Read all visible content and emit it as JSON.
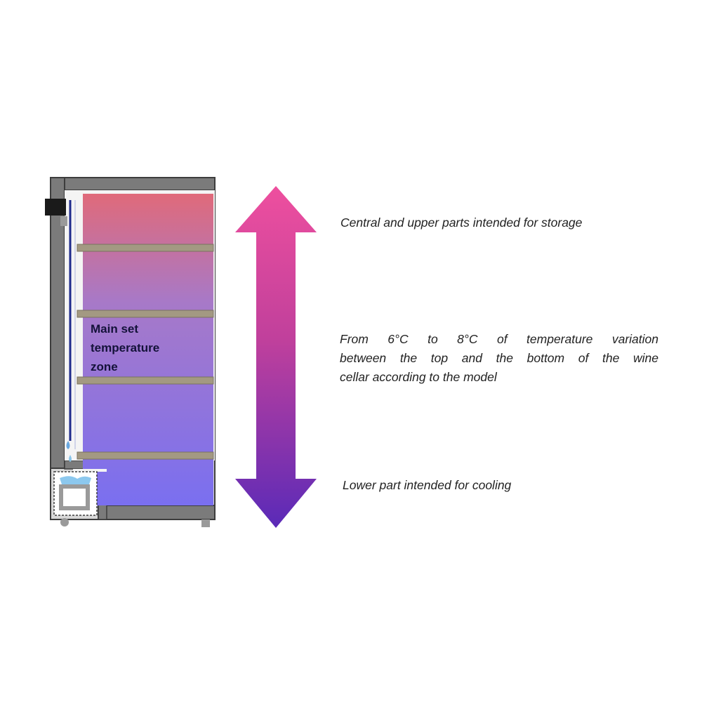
{
  "diagram": {
    "zone_label_lines": [
      "Main set",
      "temperature",
      "zone"
    ],
    "caption_top": "Central and upper parts intended for storage",
    "caption_middle_lines": [
      "From 6°C to 8°C of temperature variation",
      "between the top and the bottom of the wine",
      "cellar according to the model"
    ],
    "caption_bottom": "Lower part intended for cooling",
    "colors": {
      "interior_top": "#e06a7a",
      "interior_bottom": "#7a6ff0",
      "arrow_top": "#ee4f9e",
      "arrow_bottom": "#5a2ab8",
      "cabinet_wall": "#7b7b7b",
      "shelf": "#a39982"
    },
    "icons": [
      "thermostat-icon",
      "water-drop-icon",
      "compressor-icon"
    ]
  }
}
